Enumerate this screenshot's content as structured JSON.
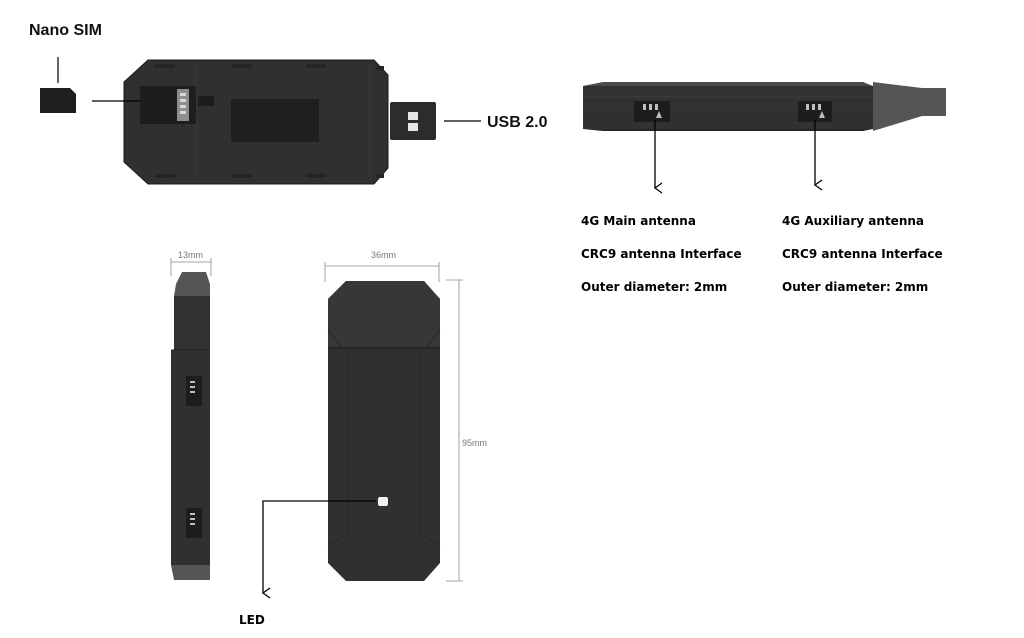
{
  "labels": {
    "nano_sim": "Nano SIM",
    "usb": "USB 2.0",
    "led": "LED",
    "dim_width_side": "13mm",
    "dim_width_front": "36mm",
    "dim_height": "95mm"
  },
  "antennas": {
    "main": {
      "name": "4G Main antenna",
      "interface": "CRC9 antenna Interface",
      "diameter": "Outer diameter:  2mm"
    },
    "aux": {
      "name": "4G Auxiliary antenna",
      "interface": "CRC9 antenna Interface",
      "diameter": "Outer diameter:  2mm"
    }
  },
  "colors": {
    "body": "#2f3030",
    "body_dark": "#232424",
    "cap": "#545556",
    "line": "#000000"
  }
}
